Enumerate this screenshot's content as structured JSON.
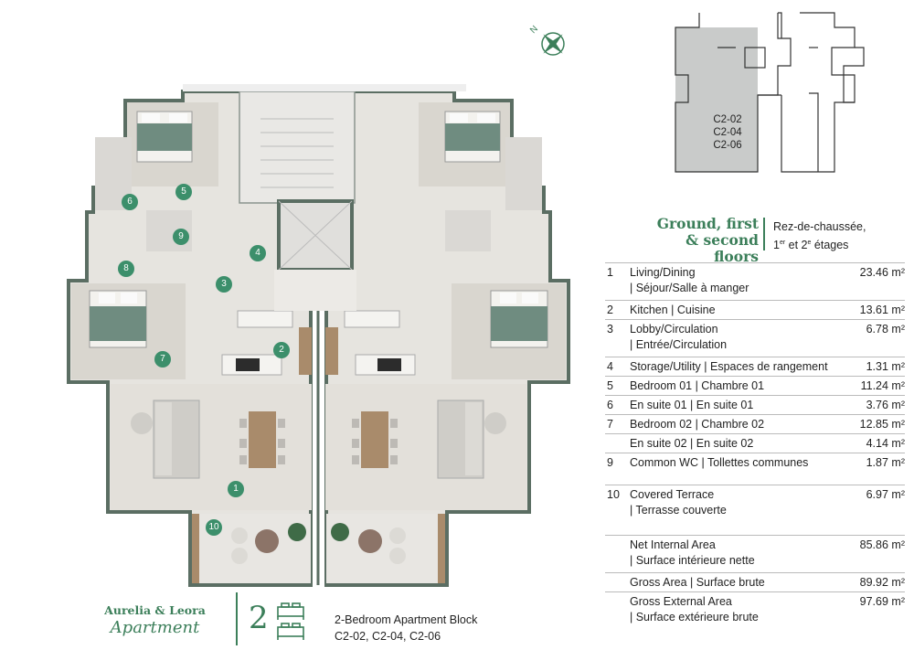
{
  "colors": {
    "accent": "#3c7f5a",
    "marker": "#3c8f6b",
    "wall": "#5b6e63",
    "floor": "#e5e3de",
    "timber": "#a98b6b"
  },
  "compass": {
    "label": "N"
  },
  "markers": [
    {
      "id": "1",
      "label": "1"
    },
    {
      "id": "2",
      "label": "2"
    },
    {
      "id": "3",
      "label": "3"
    },
    {
      "id": "4",
      "label": "4"
    },
    {
      "id": "5",
      "label": "5"
    },
    {
      "id": "6",
      "label": "6"
    },
    {
      "id": "7",
      "label": "7"
    },
    {
      "id": "8",
      "label": "8"
    },
    {
      "id": "9",
      "label": "9"
    },
    {
      "id": "10",
      "label": "10"
    }
  ],
  "keyplan": {
    "units": [
      "C2-02",
      "C2-04",
      "C2-06"
    ]
  },
  "heading": {
    "line1": "Ground, first",
    "line2": "& second floors",
    "fr_line1": "Rez-de-chaussée,",
    "fr_line2_a": "1",
    "fr_line2_sup1": "er",
    "fr_line2_b": " et 2",
    "fr_line2_sup2": "e",
    "fr_line2_c": " étages"
  },
  "schedule": [
    {
      "num": "1",
      "name": "Living/Dining",
      "area": "23.46 m²",
      "sub": "| Séjour/Salle à manger"
    },
    {
      "num": "2",
      "name": "Kitchen | Cuisine",
      "area": "13.61 m²"
    },
    {
      "num": "3",
      "name": "Lobby/Circulation",
      "area": "6.78 m²",
      "sub": "| Entrée/Circulation"
    },
    {
      "num": "4",
      "name": "Storage/Utility | Espaces de rangement",
      "area": "1.31 m²"
    },
    {
      "num": "5",
      "name": "Bedroom 01 | Chambre 01",
      "area": "11.24 m²"
    },
    {
      "num": "6",
      "name": "En suite 01 | En suite 01",
      "area": "3.76 m²"
    },
    {
      "num": "7",
      "name": "Bedroom 02 | Chambre 02",
      "area": "12.85 m²"
    },
    {
      "num": "",
      "name": "En suite 02 | En suite 02",
      "area": "4.14 m²"
    },
    {
      "num": "9",
      "name": "Common WC | Tollettes communes",
      "area": "1.87 m²"
    },
    {
      "num": "10",
      "name": "Covered Terrace",
      "area": "6.97 m²",
      "sub": "| Terrasse couverte",
      "gap_before": true
    },
    {
      "num": "",
      "name": "Net Internal Area",
      "area": "85.86 m²",
      "sub": "| Surface intérieure nette",
      "gap_before": true
    },
    {
      "num": "",
      "name": "Gross Area | Surface brute",
      "area": "89.92 m²"
    },
    {
      "num": "",
      "name": "Gross External Area",
      "area": "97.69 m²",
      "sub": "| Surface extérieure brute"
    }
  ],
  "brand": {
    "line1": "Aurelia & Leora",
    "line2": "Apartment"
  },
  "footer": {
    "bedroom_count": "2",
    "title": "2-Bedroom Apartment Block",
    "units": "C2-02, C2-04, C2-06"
  }
}
